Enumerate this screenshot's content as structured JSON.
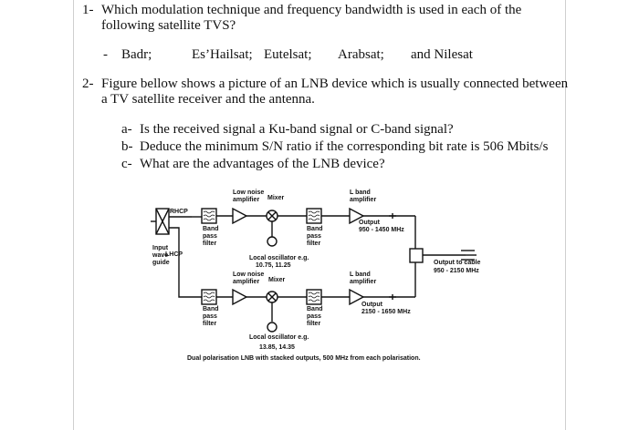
{
  "q1": {
    "number": "1-",
    "line1": "Which modulation technique and frequency bandwidth is used in each of the",
    "line2": "following satellite TVS?",
    "dash": "-",
    "channels": [
      "Badr;",
      "Es’Hailsat;",
      "Eutelsat;",
      "Arabsat;",
      "and Nilesat"
    ]
  },
  "q2": {
    "number": "2-",
    "line1": "Figure bellow shows a picture of an LNB device which is usually connected between",
    "line2": "a TV satellite receiver and the antenna.",
    "parts": [
      {
        "marker": "a-",
        "text": "Is the received signal a Ku-band signal or C-band signal?"
      },
      {
        "marker": "b-",
        "text": "Deduce the minimum S/N ratio if the corresponding bit rate is 506 Mbits/s"
      },
      {
        "marker": "c-",
        "text": "What are the advantages of the LNB device?"
      }
    ]
  },
  "figure": {
    "lna_top": [
      "Low noise",
      "amplifier"
    ],
    "mixer_top": "Mixer",
    "lband_top": [
      "L band",
      "amplifier"
    ],
    "rhcp": "RHCP",
    "lhcp": "LHCP",
    "bpf1": [
      "Band",
      "pass",
      "filter"
    ],
    "bpf2": [
      "Band",
      "pass",
      "filter"
    ],
    "output_top": [
      "Output",
      "950 - 1450 MHz"
    ],
    "input_wg": [
      "Input",
      "wave",
      "guide"
    ],
    "lo_top": [
      "Local oscillator e.g.",
      "10.75, 11.25"
    ],
    "output_cable": [
      "Output to cable",
      "950 - 2150 MHz"
    ],
    "lna_bot": [
      "Low noise",
      "amplifier"
    ],
    "mixer_bot": "Mixer",
    "lband_bot": [
      "L band",
      "amplifier"
    ],
    "bpf3": [
      "Band",
      "pass",
      "filter"
    ],
    "bpf4": [
      "Band",
      "pass",
      "filter"
    ],
    "output_bot": [
      "Output",
      "2150 - 1650 MHz"
    ],
    "lo_bot": [
      "Local oscillator e.g.",
      "13.85, 14.35"
    ],
    "caption": "Dual polarisation LNB with stacked outputs, 500 MHz from each polarisation."
  }
}
